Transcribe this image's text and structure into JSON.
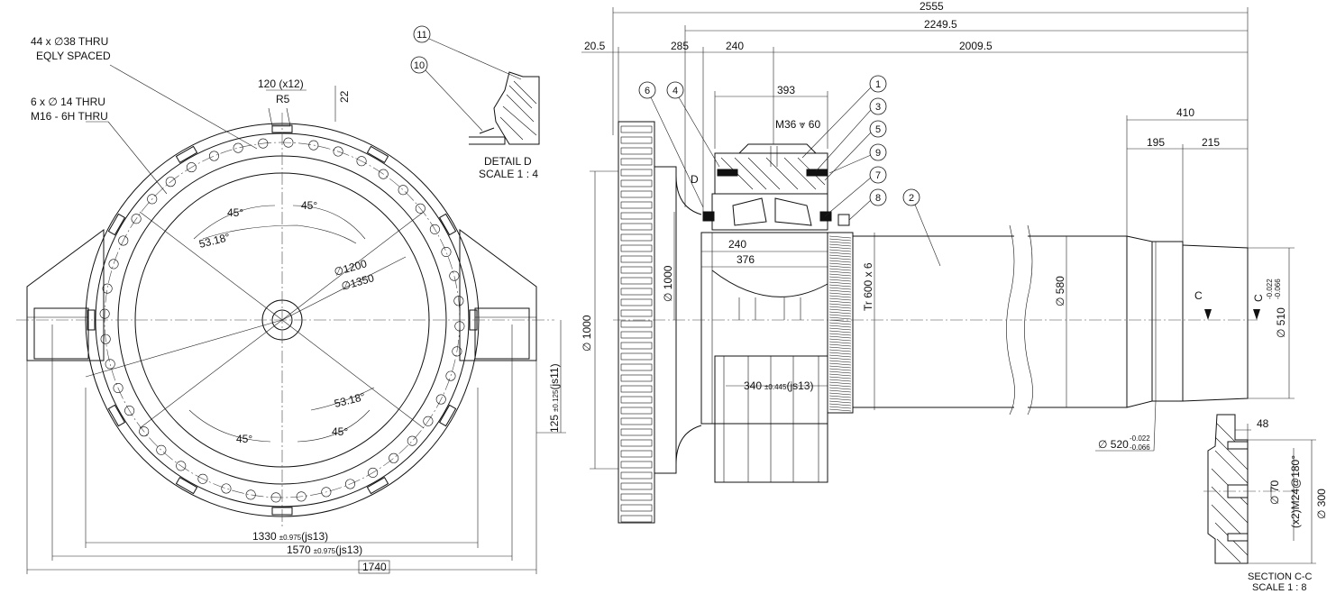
{
  "left_view": {
    "hole_pattern_note_line1": "44 x ∅38 THRU",
    "hole_pattern_note_line2": "EQLY SPACED",
    "tapped_note_line1": "6 x  ∅ 14 THRU",
    "tapped_note_line2": "M16 - 6H THRU",
    "notch_width": "120 (x12)",
    "notch_radius": "R5",
    "notch_depth": "22",
    "angle_labels": [
      "45°",
      "45°",
      "45°",
      "45°"
    ],
    "angle_53_top": "53.18°",
    "angle_53_bottom": "53.18°",
    "dia_1200": "∅1200",
    "dia_1350": "∅1350",
    "height_125": "125",
    "height_125_tol": "±0.125",
    "height_125_fit": "(js11)",
    "width_1330": "1330",
    "width_1330_tol": "±0.975",
    "width_1330_fit": "(js13)",
    "width_1570": "1570",
    "width_1570_tol": "±0.975",
    "width_1570_fit": "(js13)",
    "width_1740": "1740"
  },
  "detail_d": {
    "title": "DETAIL D",
    "scale": "SCALE 1 : 4",
    "balloons": [
      "11",
      "10"
    ]
  },
  "main_view": {
    "dim_2555": "2555",
    "dim_2249_5": "2249.5",
    "dim_20_5": "20.5",
    "dim_285": "285",
    "dim_240_top": "240",
    "dim_2009_5": "2009.5",
    "dim_393": "393",
    "thread_callout": "M36 ⩔ 60",
    "detail_marker": "D",
    "dim_240_inner": "240",
    "dim_376": "376",
    "dia_1000_left": "∅ 1000",
    "dia_1000_inner": "∅ 1000",
    "thread_tr": "Tr 600 x 6",
    "dia_580": "∅ 580",
    "dim_410": "410",
    "dim_195": "195",
    "dim_215": "215",
    "section_marker": "C",
    "dia_510": "∅ 510",
    "dia_510_tol_upper": "-0.022",
    "dia_510_tol_lower": "-0.066",
    "dim_340": "340",
    "dim_340_tol": "±0.445",
    "dim_340_fit": "(js13)",
    "dia_520": "∅ 520",
    "dia_520_tol_upper": "-0.022",
    "dia_520_tol_lower": "-0.066",
    "balloons": [
      "6",
      "4",
      "1",
      "3",
      "5",
      "9",
      "7",
      "8",
      "2"
    ]
  },
  "section_cc": {
    "dim_48": "48",
    "dia_70": "∅ 70",
    "tapped": "(x2)M24@180°",
    "dia_300": "∅ 300",
    "title": "SECTION C-C",
    "scale": "SCALE 1 : 8"
  }
}
